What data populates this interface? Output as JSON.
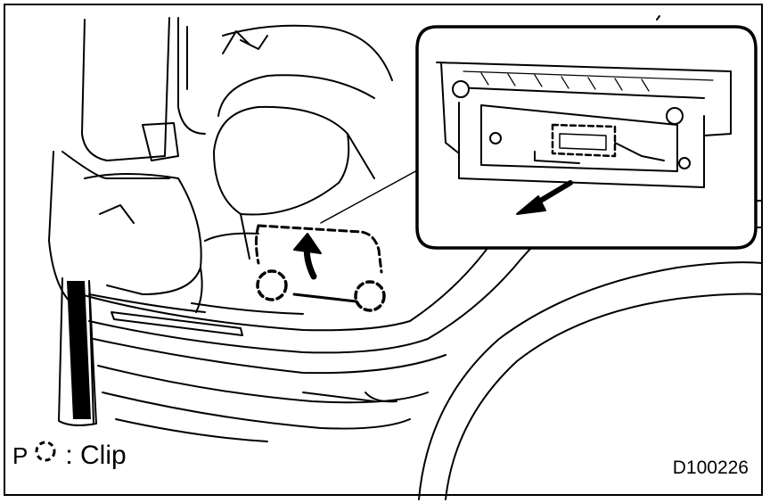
{
  "legend": {
    "symbol": "P",
    "label": ": Clip"
  },
  "figure_id": "D100226",
  "colors": {
    "line": "#000000",
    "background": "#ffffff"
  }
}
